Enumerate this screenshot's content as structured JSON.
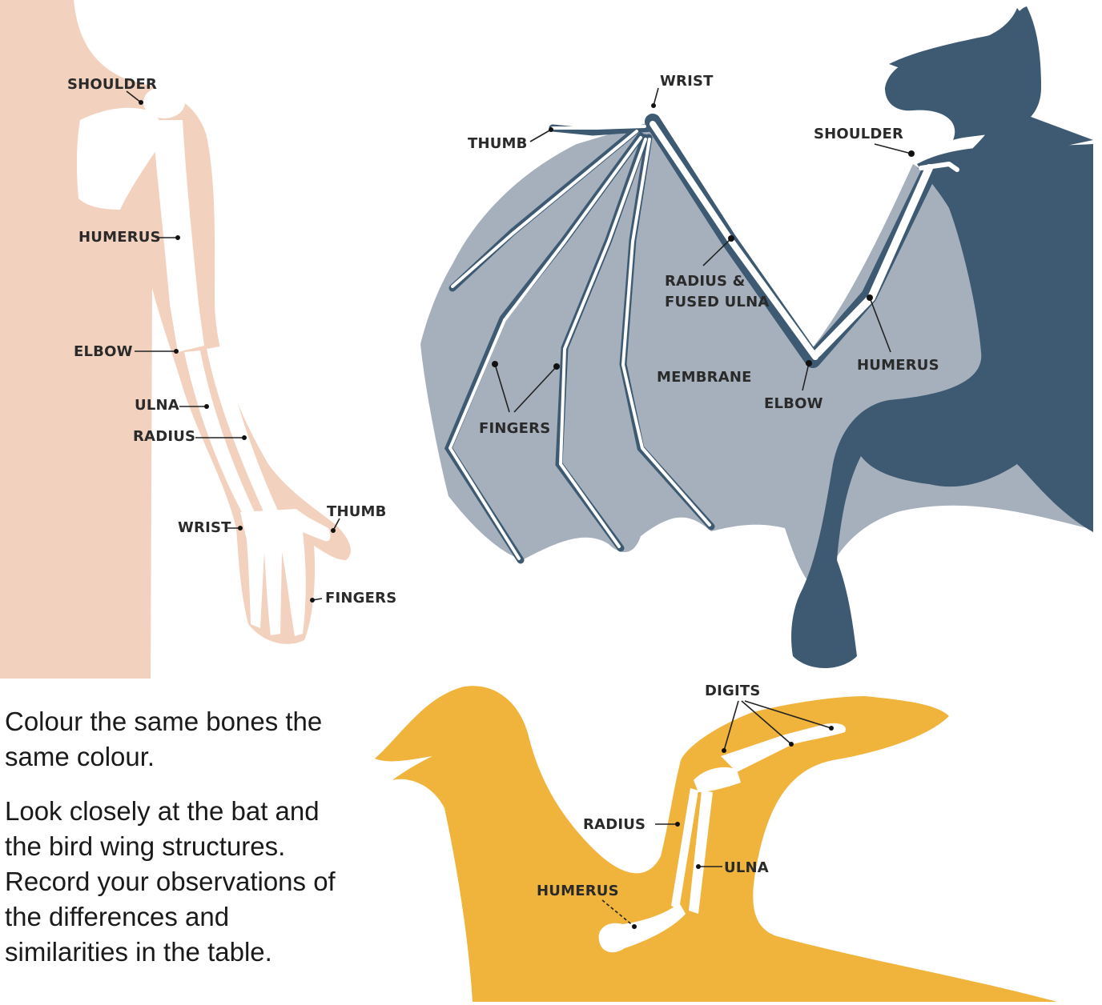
{
  "human": {
    "labels": {
      "shoulder": "SHOULDER",
      "humerus": "HUMERUS",
      "elbow": "ELBOW",
      "ulna": "ULNA",
      "radius": "RADIUS",
      "wrist": "WRIST",
      "thumb": "THUMB",
      "fingers": "FINGERS"
    },
    "colors": {
      "skin": "#f2d2be",
      "bone": "#ffffff"
    }
  },
  "bat": {
    "labels": {
      "wrist": "WRIST",
      "thumb": "THUMB",
      "shoulder": "SHOULDER",
      "radius_line1": "RADIUS &",
      "radius_line2": "FUSED ULNA",
      "membrane": "MEMBRANE",
      "fingers": "FINGERS",
      "elbow": "ELBOW",
      "humerus": "HUMERUS"
    },
    "colors": {
      "body": "#3d5a72",
      "membrane": "#a6b0bc",
      "bone": "#ffffff"
    }
  },
  "bird": {
    "labels": {
      "digits": "DIGITS",
      "radius": "RADIUS",
      "ulna": "ULNA",
      "humerus": "HUMERUS"
    },
    "colors": {
      "body": "#f0b43c",
      "bone": "#ffffff"
    }
  },
  "instructions": {
    "p1": "Colour the same bones the same colour.",
    "p2": "Look closely at the bat and the bird wing structures. Record your observations of the differences and similarities in the table."
  }
}
